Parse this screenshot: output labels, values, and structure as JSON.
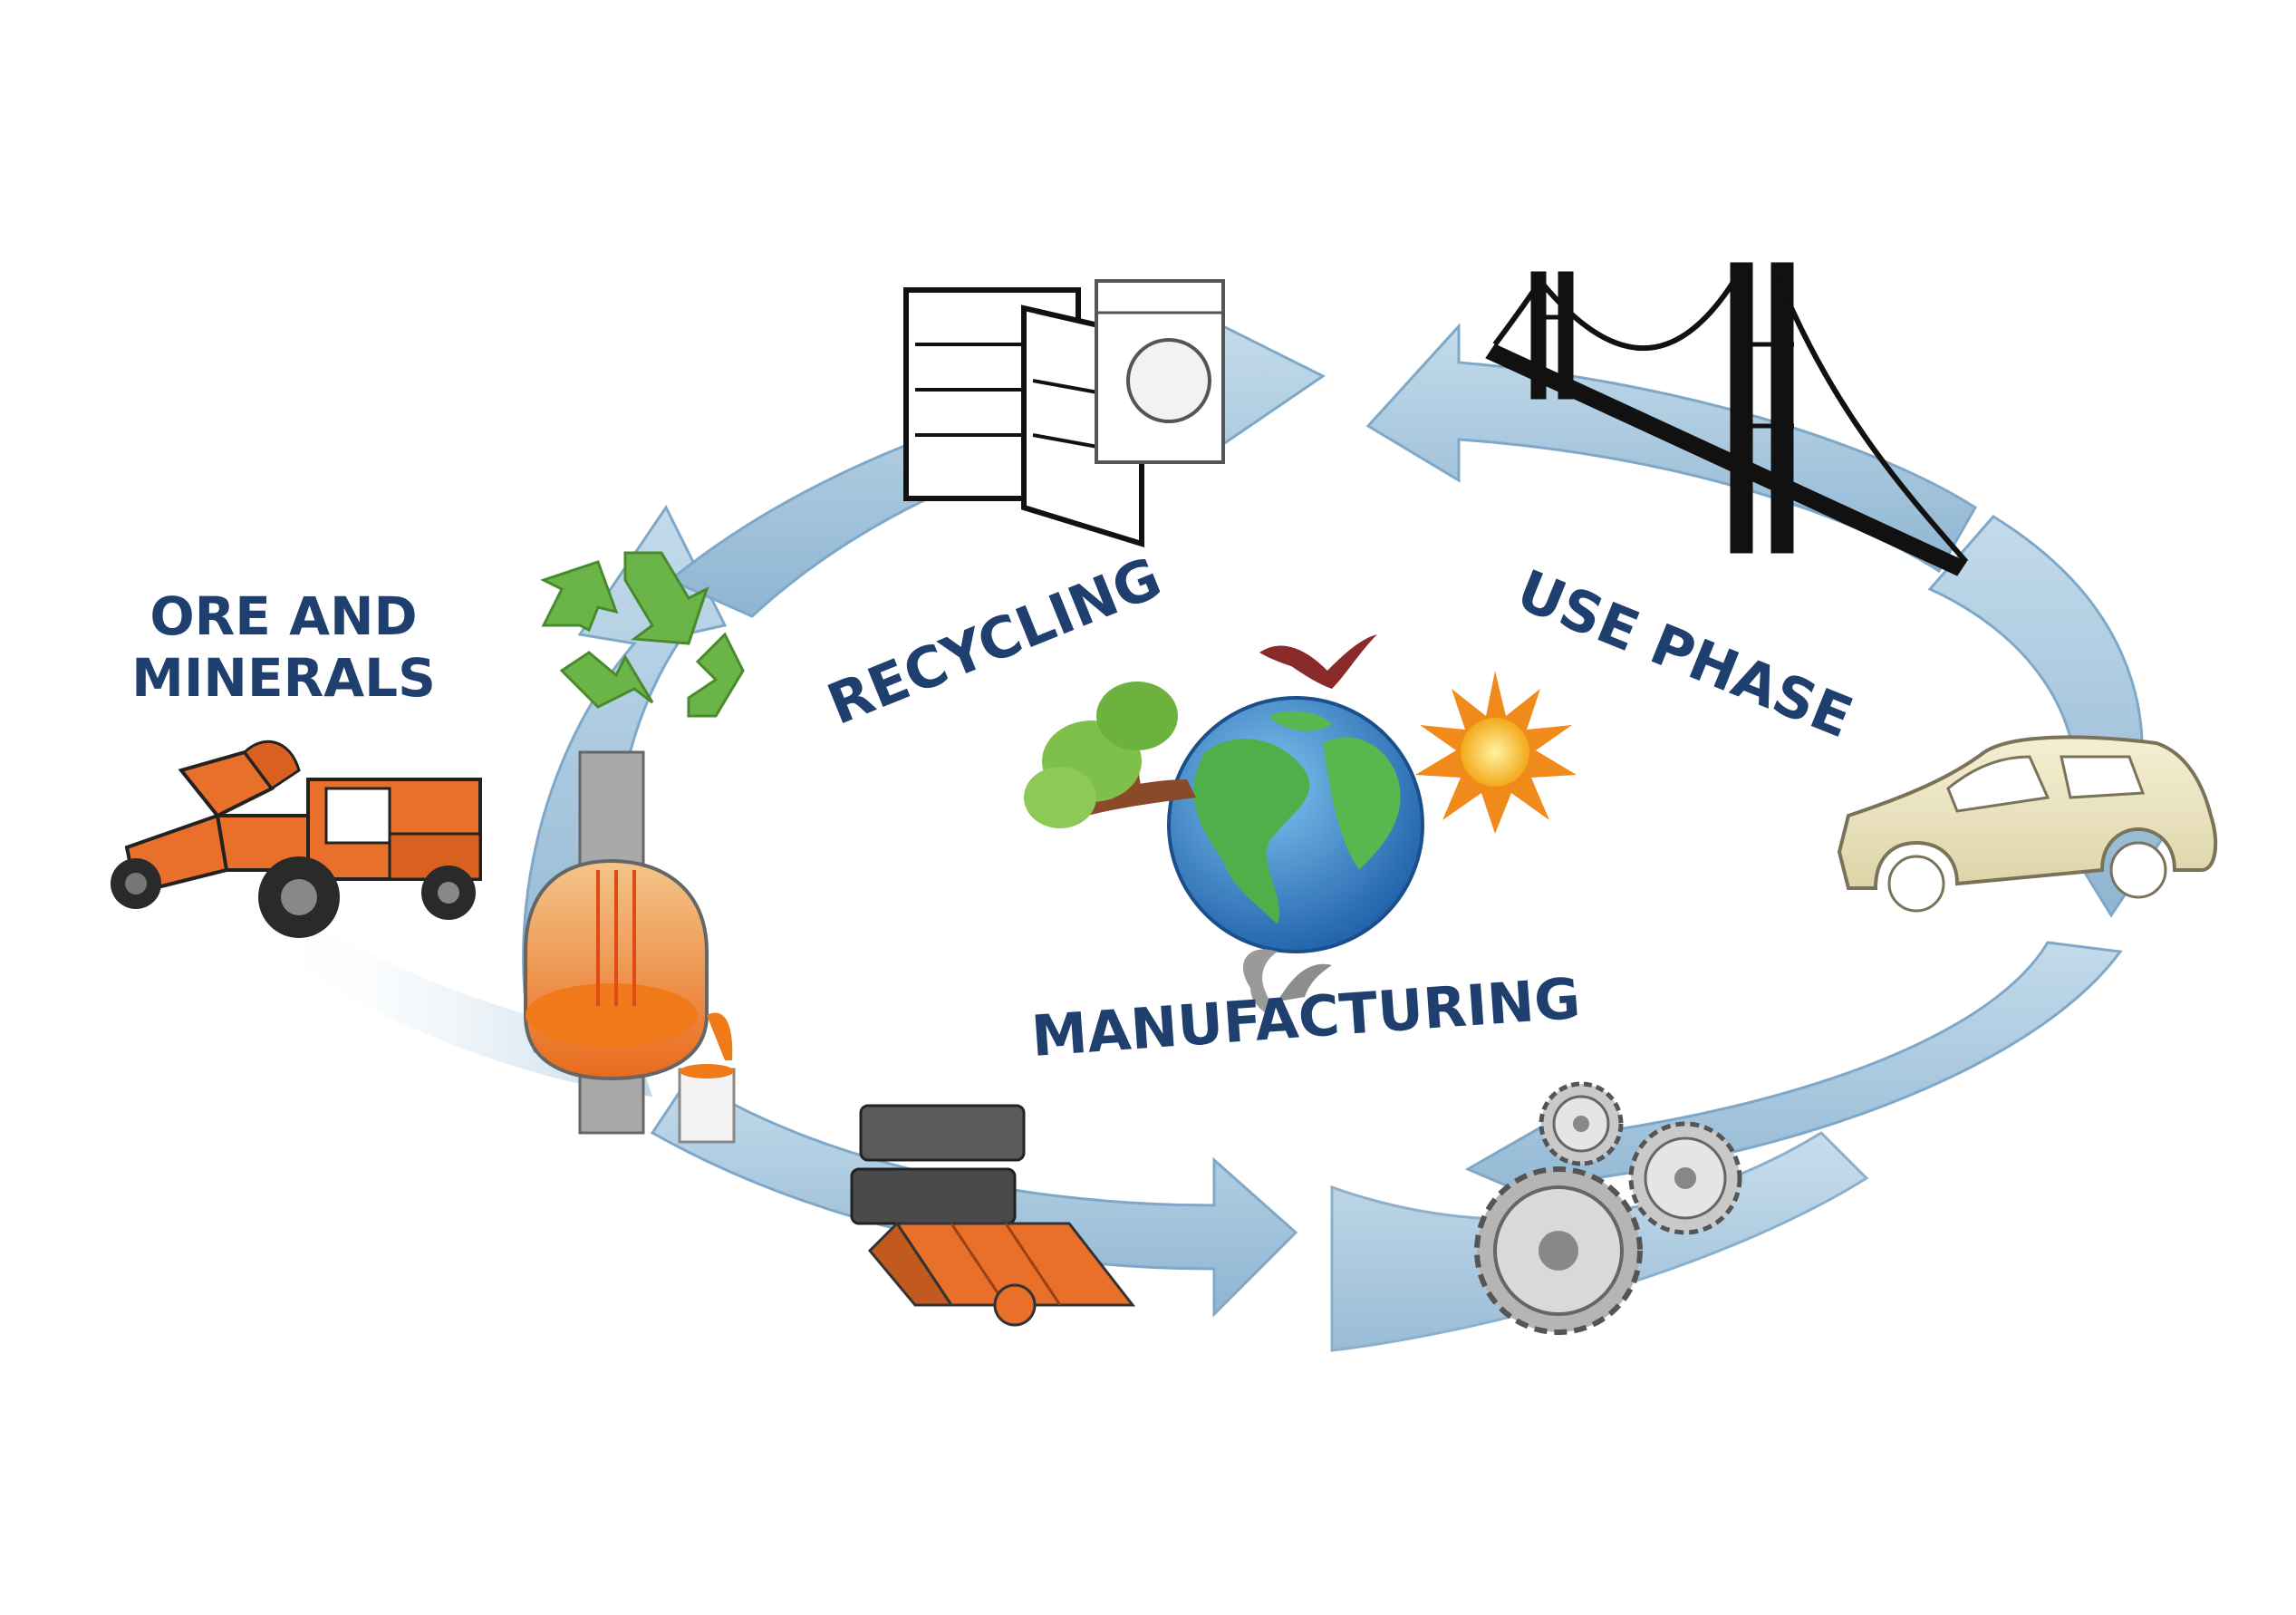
{
  "labels": {
    "ore_line1": "ORE AND",
    "ore_line2": "MINERALS",
    "recycling": "RECYCLING",
    "use_phase": "USE PHASE",
    "manufacturing": "MANUFACTURING"
  },
  "stages": [
    {
      "name": "ore-and-minerals",
      "icon": "loader-truck-icon"
    },
    {
      "name": "steelmaking",
      "icon": "furnace-icon"
    },
    {
      "name": "rolling",
      "icon": "steel-rolls-icon"
    },
    {
      "name": "manufacturing",
      "icon": "gears-icon"
    },
    {
      "name": "use-phase",
      "icons": [
        "bridge-icon",
        "car-body-icon"
      ]
    },
    {
      "name": "recycling",
      "icons": [
        "fridge-icon",
        "washing-machine-icon",
        "recycle-icon"
      ]
    }
  ],
  "center_icons": [
    "globe-icon",
    "tree-icon",
    "bird-icon",
    "sun-icon",
    "dolphins-icon"
  ],
  "colors": {
    "arrow_light": "#b7d3e6",
    "arrow_mid": "#9cc0da",
    "arrow_dark": "#7da6c6",
    "label_navy": "#1f3f6e",
    "machine_orange": "#e8702a",
    "recycle_green": "#6bb548"
  }
}
